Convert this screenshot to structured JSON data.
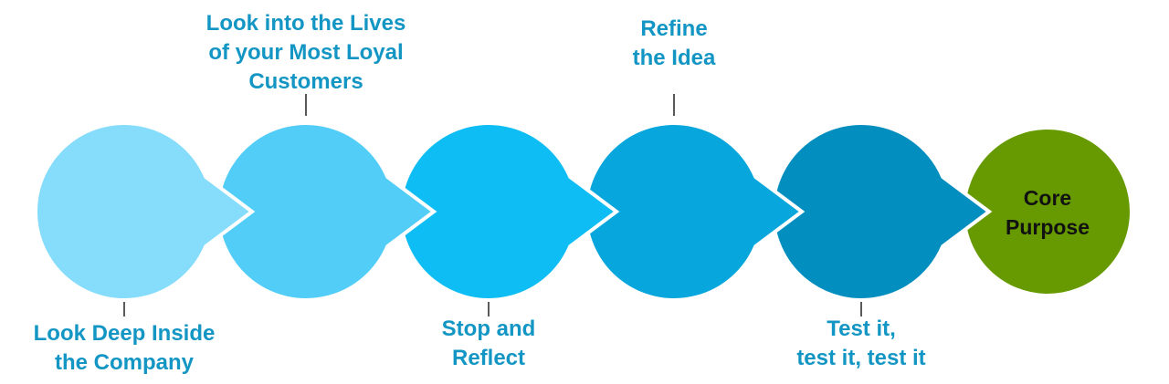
{
  "colors": {
    "label_text": "#1496c4",
    "core_text": "#111111",
    "connector": "#222222",
    "separator": "#ffffff"
  },
  "steps": [
    {
      "lines": [
        "Look Deep Inside",
        "the Company"
      ],
      "color": "#85dcfb",
      "label_side": "bottom"
    },
    {
      "lines": [
        "Look into the Lives",
        "of your Most Loyal",
        "Customers"
      ],
      "color": "#52cdf7",
      "label_side": "top"
    },
    {
      "lines": [
        "Stop and",
        "Reflect"
      ],
      "color": "#0ebdf3",
      "label_side": "bottom"
    },
    {
      "lines": [
        "Refine",
        "the Idea"
      ],
      "color": "#07a6dc",
      "label_side": "top"
    },
    {
      "lines": [
        "Test it,",
        "test it, test it"
      ],
      "color": "#038ec0",
      "label_side": "bottom"
    }
  ],
  "core": {
    "lines": [
      "Core",
      "Purpose"
    ],
    "color": "#679a00"
  }
}
